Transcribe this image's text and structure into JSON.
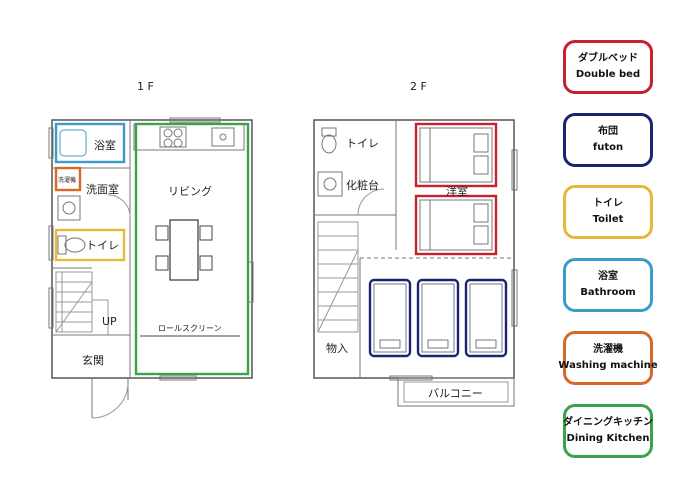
{
  "floor_labels": {
    "first": "1 F",
    "second": "2 F"
  },
  "rooms_1f": {
    "bathroom": "浴室",
    "washing_machine": "洗濯機",
    "washroom": "洗面室",
    "toilet": "トイレ",
    "living": "リビング",
    "roll_screen": "ロールスクリーン",
    "up": "UP",
    "entrance": "玄関"
  },
  "rooms_2f": {
    "toilet": "トイレ",
    "vanity": "化粧台",
    "western_room": "洋室",
    "storage": "物入",
    "balcony": "バルコニー"
  },
  "legend": [
    {
      "jp": "ダブルベッド",
      "en": "Double bed",
      "color": "#c8202e"
    },
    {
      "jp": "布団",
      "en": "futon",
      "color": "#1b2470"
    },
    {
      "jp": "トイレ",
      "en": "Toilet",
      "color": "#e8b83a"
    },
    {
      "jp": "浴室",
      "en": "Bathroom",
      "color": "#3c9cc8"
    },
    {
      "jp": "洗濯機",
      "en": "Washing machine",
      "color": "#d8672a"
    },
    {
      "jp": "ダイニングキッチン",
      "en": "Dining Kitchen",
      "color": "#3aa24a"
    }
  ]
}
